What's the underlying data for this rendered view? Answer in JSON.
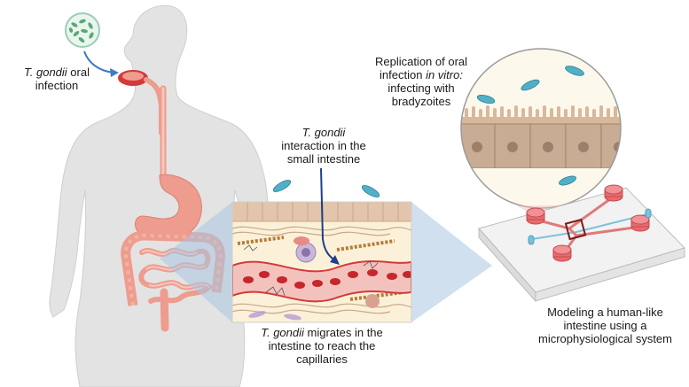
{
  "labels": {
    "oral_infection": {
      "species": "T. gondii",
      "rest": " oral",
      "line2": "infection"
    },
    "replication": {
      "line1": "Replication of oral",
      "line2_plain": "infection ",
      "line2_italic": "in vitro:",
      "line3": "infecting with",
      "line4": "bradyzoites"
    },
    "interaction": {
      "species": "T. gondii",
      "line2": "interaction in the",
      "line3": "small intestine"
    },
    "migration": {
      "species": "T. gondii",
      "rest": " migrates in the",
      "line2": "intestine to reach the",
      "line3": "capillaries"
    },
    "modeling": {
      "line1": "Modeling a human-like",
      "line2": "intestine using a",
      "line3": "microphysiological system"
    }
  },
  "colors": {
    "body": "#e3e3e3",
    "digestive": "#ee9c8e",
    "blood_vessel": "#d4393a",
    "parasite": "#4fb0c6",
    "epithelium": "#dcc3ad",
    "chip": "#f2f2f2"
  }
}
